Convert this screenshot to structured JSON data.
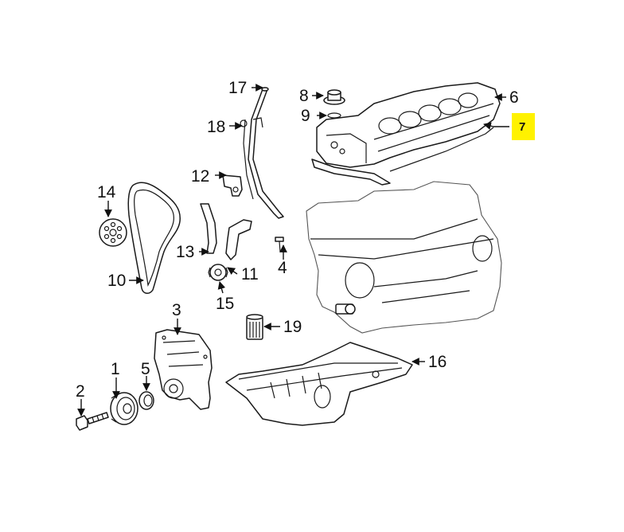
{
  "callouts": [
    {
      "id": "1",
      "text": "1"
    },
    {
      "id": "2",
      "text": "2"
    },
    {
      "id": "3",
      "text": "3"
    },
    {
      "id": "4",
      "text": "4"
    },
    {
      "id": "5",
      "text": "5"
    },
    {
      "id": "6",
      "text": "6"
    },
    {
      "id": "7",
      "text": "7"
    },
    {
      "id": "8",
      "text": "8"
    },
    {
      "id": "9",
      "text": "9"
    },
    {
      "id": "10",
      "text": "10"
    },
    {
      "id": "11",
      "text": "11"
    },
    {
      "id": "12",
      "text": "12"
    },
    {
      "id": "13",
      "text": "13"
    },
    {
      "id": "14",
      "text": "14"
    },
    {
      "id": "15",
      "text": "15"
    },
    {
      "id": "16",
      "text": "16"
    },
    {
      "id": "17",
      "text": "17"
    },
    {
      "id": "18",
      "text": "18"
    },
    {
      "id": "19",
      "text": "19"
    }
  ],
  "highlight": {
    "callout": "7",
    "color": "#fff200"
  },
  "colors": {
    "line": "#1a1a1a",
    "background": "#ffffff"
  }
}
